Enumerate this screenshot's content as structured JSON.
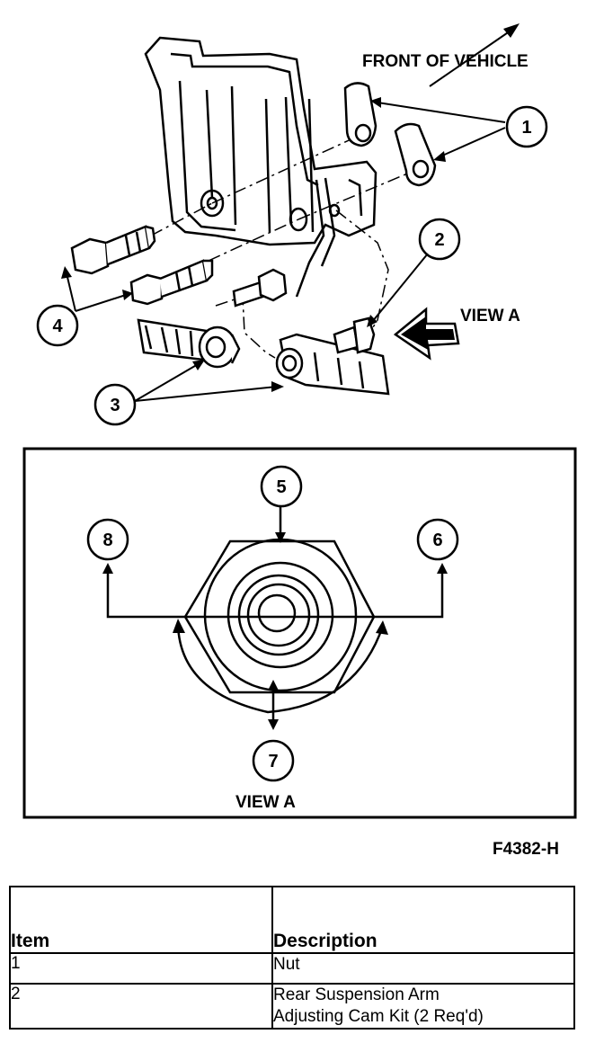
{
  "diagram": {
    "front_label": "FRONT OF VEHICLE",
    "view_label": "VIEW A",
    "view_box_label": "VIEW A",
    "figure_code": "F4382-H",
    "callouts": [
      "1",
      "2",
      "3",
      "4",
      "5",
      "6",
      "7",
      "8"
    ]
  },
  "table": {
    "headers": {
      "item": "Item",
      "description": "Description"
    },
    "rows": [
      {
        "item": "1",
        "description": [
          "Nut"
        ]
      },
      {
        "item": "2",
        "description": [
          "Rear Suspension Arm",
          "Adjusting Cam Kit  (2 Req'd)"
        ]
      }
    ]
  }
}
